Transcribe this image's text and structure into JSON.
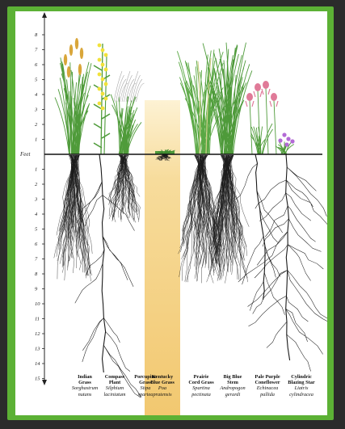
{
  "axis": {
    "unit_label": "Feet",
    "above_ticks": [
      "1",
      "2",
      "3",
      "4",
      "5",
      "6",
      "7",
      "8"
    ],
    "below_ticks": [
      "1",
      "2",
      "3",
      "4",
      "5",
      "6",
      "7",
      "8",
      "9",
      "10",
      "11",
      "12",
      "13",
      "14",
      "15"
    ]
  },
  "plants": [
    {
      "common_line1": "Indian",
      "common_line2": "Grass",
      "sci_line1": "Sorghastrum",
      "sci_line2": "nutans"
    },
    {
      "common_line1": "Compass",
      "common_line2": "Plant",
      "sci_line1": "Silphium",
      "sci_line2": "laciniatum"
    },
    {
      "common_line1": "Porcupine",
      "common_line2": "Grass",
      "sci_line1": "Stipa",
      "sci_line2": "spartea"
    },
    {
      "common_line1": "Kentucky",
      "common_line2": "Blue Grass",
      "sci_line1": "Poa",
      "sci_line2": "pratensis"
    },
    {
      "common_line1": "Prairie",
      "common_line2": "Cord Grass",
      "sci_line1": "Spartina",
      "sci_line2": "pectinata"
    },
    {
      "common_line1": "Big Blue",
      "common_line2": "Stem",
      "sci_line1": "Andropogon",
      "sci_line2": "gerardi"
    },
    {
      "common_line1": "Pale Purple",
      "common_line2": "Coneflower",
      "sci_line1": "Echinacea",
      "sci_line2": "pallida"
    },
    {
      "common_line1": "Cylindric",
      "common_line2": "Blazing Star",
      "sci_line1": "Liatris",
      "sci_line2": "cylindracea"
    }
  ],
  "colors": {
    "frame": "#5cb135",
    "highlight": "#f7dc9c",
    "grass": "#4f9b3a",
    "seed_gold": "#d9a63a",
    "flower_yellow": "#f2e23a",
    "coneflower": "#e07a98",
    "blazing_star": "#b36ad6",
    "root": "#1a1a1a"
  }
}
